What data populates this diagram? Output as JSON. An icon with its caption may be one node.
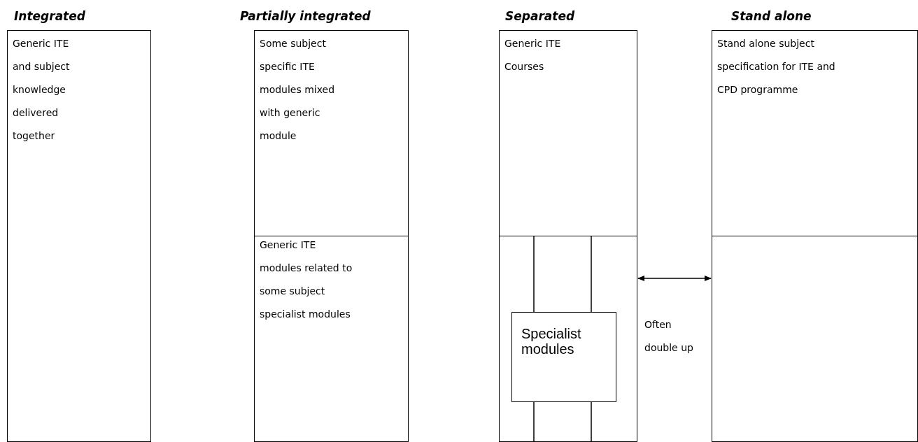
{
  "diagram": {
    "nodes": [
      {
        "text": [
          "Generic ITE and subject knowledge delivered together"
        ],
        "beside": [
          "Integrated"
        ]
      },
      {
        "text": [
          "Some subject specific ITE modules mixed with generic module"
        ],
        "beside": [
          "Partially integrated"
        ]
      },
      {
        "text": [
          "Generic ITE modules related to some subject specialist modules"
        ]
      },
      {
        "text": [
          "Generic ITE Courses"
        ],
        "beside": [
          "Separated"
        ]
      },
      {
        "text": [],
        "shape": "box"
      },
      {
        "text": [
          "Specialist modules"
        ],
        "in": 4
      },
      {
        "text": [
          "Stand alone subject specification for ITE and CPD programme"
        ],
        "beside": [
          "Stand alone"
        ]
      },
      {
        "text": [],
        "shape": "box"
      }
    ],
    "edges": [
      {
        "from": 4,
        "to": 7,
        "arrow": "both",
        "label": "Often double up"
      },
      {
        "from": 3,
        "to": 5,
        "arrow": "none"
      },
      {
        "from": 3,
        "to": 5,
        "arrow": "none"
      },
      {
        "from": 5,
        "to": null,
        "arrow": "none"
      },
      {
        "from": 5,
        "to": null,
        "arrow": "none"
      }
    ]
  }
}
